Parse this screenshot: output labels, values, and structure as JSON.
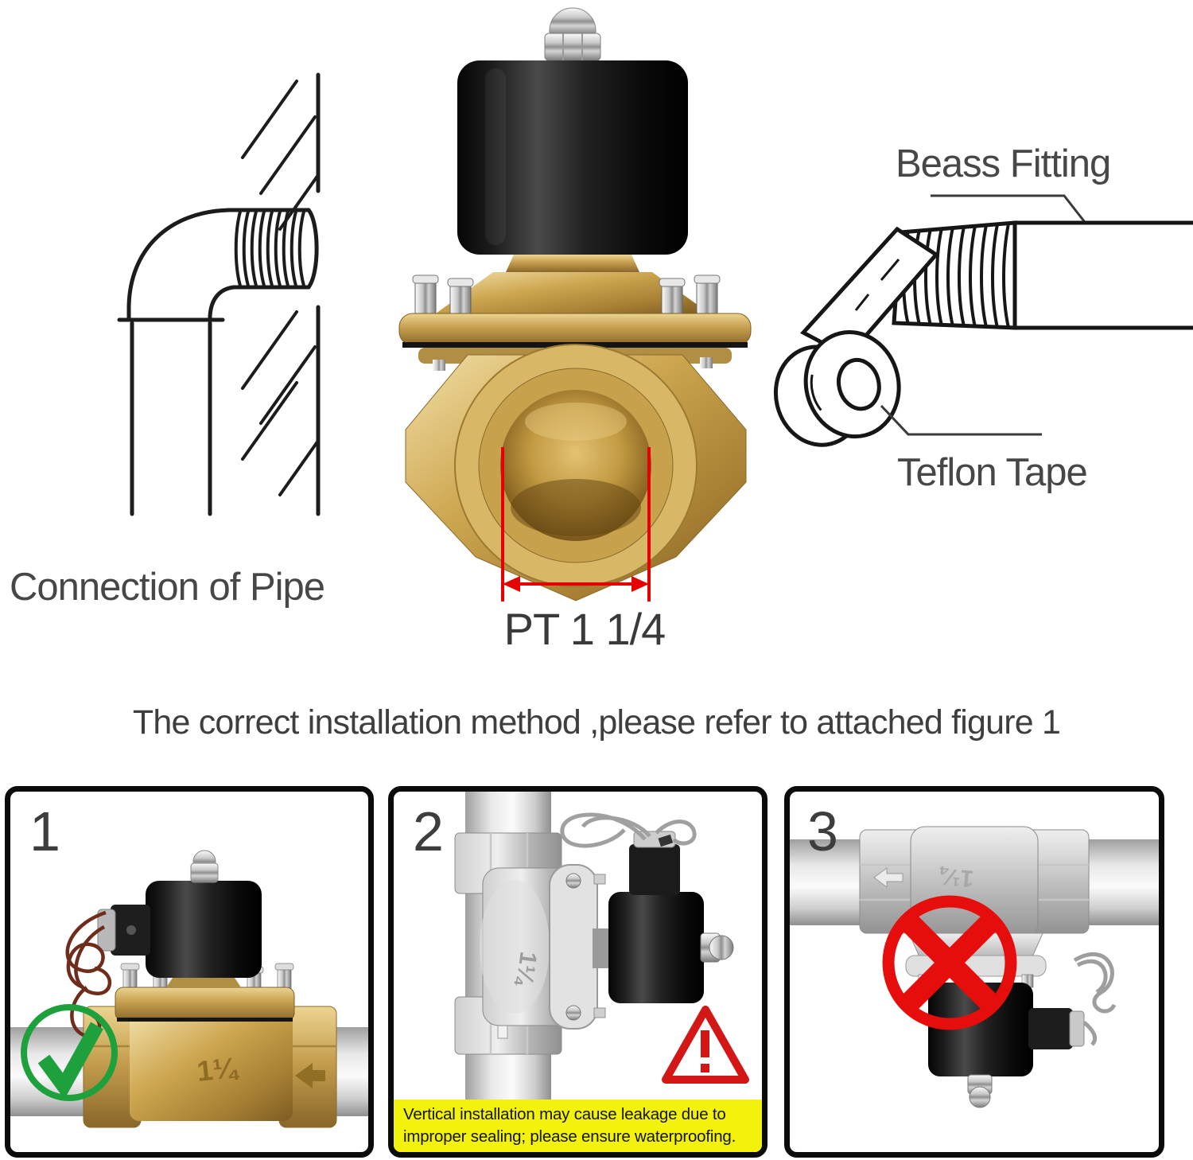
{
  "colors": {
    "accent_red": "#e60000",
    "check_green": "#1ea03c",
    "warning_yellow": "#f2f20c",
    "brass": "#c9a24b",
    "pipe_gray": "#d6d6d6",
    "text_gray": "#3e3e3e"
  },
  "top_section": {
    "pipe_connection_label": "Connection of Pipe",
    "brass_fitting_label": "Beass Fitting",
    "teflon_tape_label": "Teflon Tape",
    "port_dimension_label": "PT 1 1/4"
  },
  "installation_section": {
    "heading": "The correct installation method ,please refer to attached figure 1",
    "size_marking": "1¼",
    "panels": [
      {
        "number": "1",
        "status_icon": "green-check"
      },
      {
        "number": "2",
        "status_icon": "warning-triangle",
        "warning_line1": "Vertical installation may cause leakage due to",
        "warning_line2": "improper sealing; please ensure waterproofing."
      },
      {
        "number": "3",
        "status_icon": "red-cross"
      }
    ]
  }
}
